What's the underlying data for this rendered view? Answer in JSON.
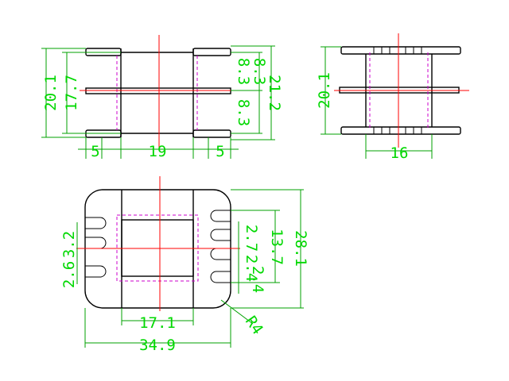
{
  "diagram": {
    "front_view": {
      "height_outer": "20.1",
      "height_inner": "17.7",
      "pitch_upper": "8.3",
      "pitch_lower_a": "8.3",
      "pitch_lower_b": "8.3",
      "total_height": "21.2",
      "flange_left": "5",
      "core_width": "19",
      "flange_right": "5"
    },
    "side_view": {
      "height": "20.1",
      "width": "16"
    },
    "top_view": {
      "slot_pitch_top": "3.2",
      "slot_pitch_bottom": "2.6",
      "pin_pitch": "2.7",
      "pin_pitch_2": "2.4",
      "window_height": "13.7",
      "outer_height": "28.1",
      "slot_offset": "2.4",
      "window_width": "17.1",
      "outer_width": "34.9",
      "corner_radius": "R4"
    }
  }
}
